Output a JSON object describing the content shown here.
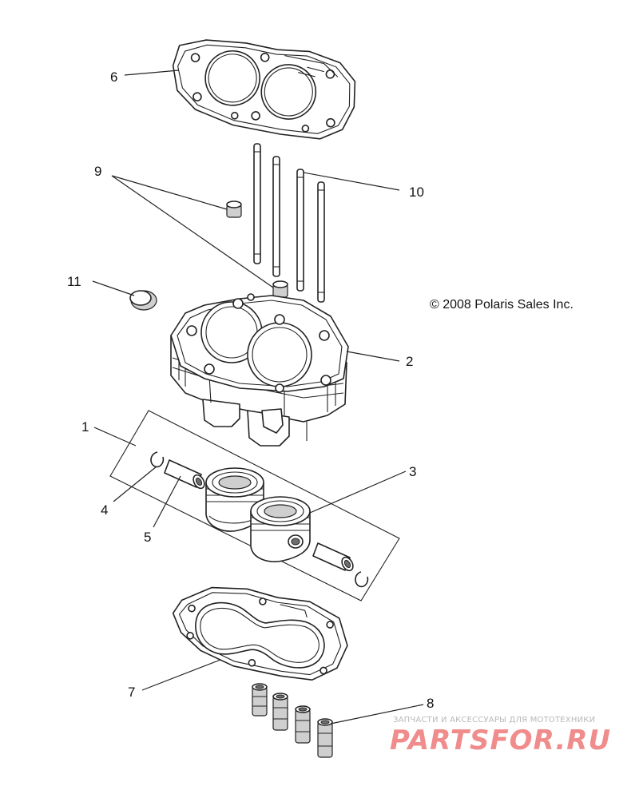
{
  "callouts": [
    {
      "label": "1"
    },
    {
      "label": "2"
    },
    {
      "label": "3"
    },
    {
      "label": "4"
    },
    {
      "label": "5"
    },
    {
      "label": "6"
    },
    {
      "label": "7"
    },
    {
      "label": "8"
    },
    {
      "label": "9"
    },
    {
      "label": "10"
    },
    {
      "label": "11"
    }
  ],
  "copyright": "© 2008 Polaris Sales Inc.",
  "watermark": {
    "tagline": "ЗАПЧАСТИ И АКСЕССУАРЫ ДЛЯ МОТОТЕХНИКИ",
    "brand": "PARTSFOR.RU"
  }
}
